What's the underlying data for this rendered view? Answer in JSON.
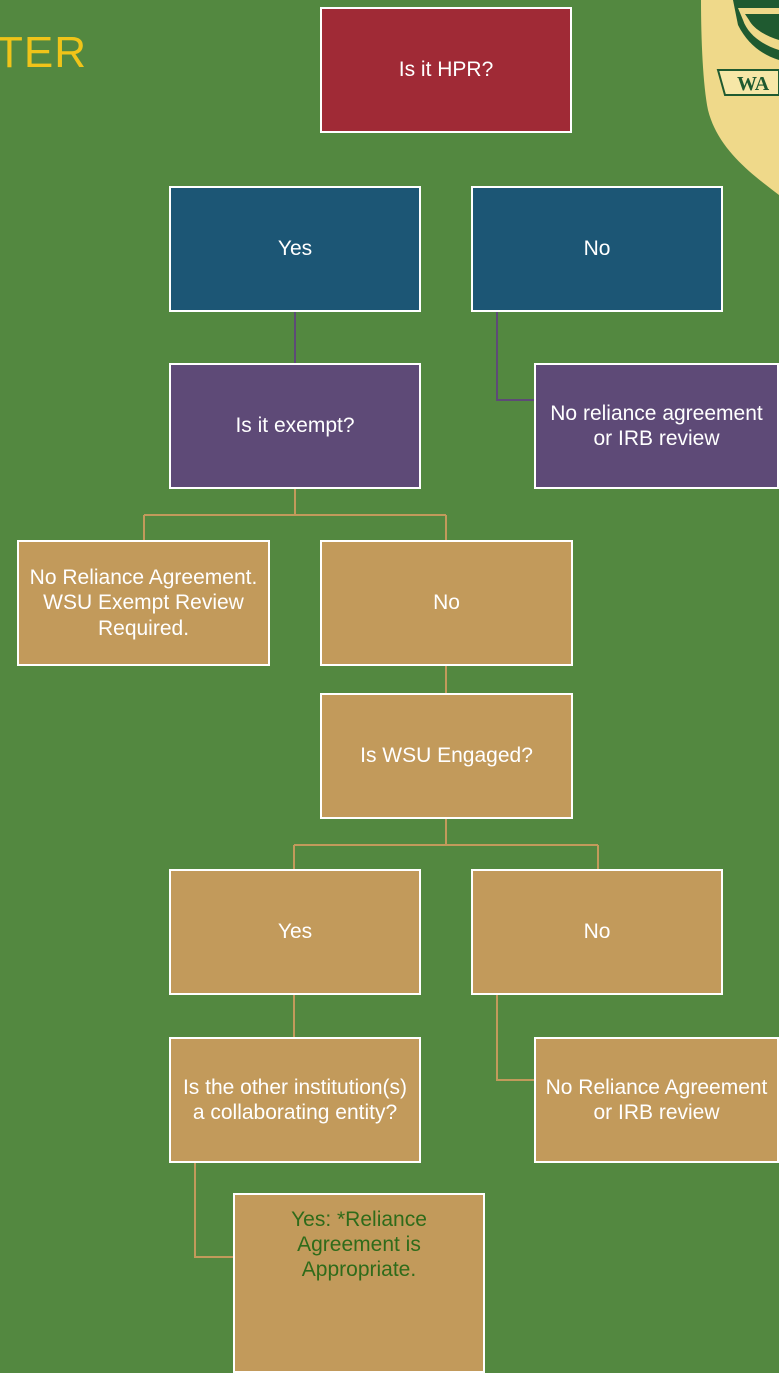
{
  "heading": "TER",
  "logo": {
    "text": "WA"
  },
  "colors": {
    "background": "#538840",
    "heading": "#f0c419",
    "root": "#a02a36",
    "branch": "#1c5675",
    "question": "#5e4a77",
    "tan": "#c29a5b",
    "final_text": "#2f6b1a",
    "purple_line": "#5e4a77",
    "tan_line": "#c29a5b"
  },
  "nodes": {
    "root": "Is it HPR?",
    "hpr_yes": "Yes",
    "hpr_no": "No",
    "no_hpr_result": "No reliance agreement or IRB review",
    "exempt_q": "Is it exempt?",
    "exempt_yes_result": "No Reliance Agreement. WSU Exempt Review Required.",
    "exempt_no": "No",
    "engaged_q": "Is WSU Engaged?",
    "engaged_yes": "Yes",
    "engaged_no": "No",
    "not_engaged_result": "No Reliance Agreement or IRB review",
    "collab_q": "Is the other institution(s) a collaborating entity?",
    "collab_yes_result": "Yes: *Reliance Agreement is Appropriate."
  }
}
